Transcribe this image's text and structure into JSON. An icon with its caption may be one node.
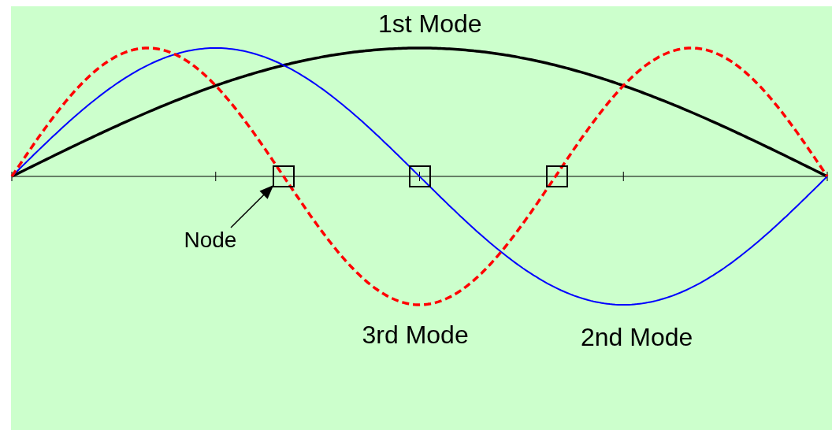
{
  "diagram": {
    "nodes": [
      {
        "text": [
          "Node"
        ]
      },
      {
        "text": [],
        "shape": "box"
      },
      {
        "text": [],
        "shape": "box"
      },
      {
        "text": [],
        "shape": "box"
      }
    ],
    "edges": [
      {
        "from": 0,
        "to": 1,
        "arrow": "to"
      }
    ],
    "labels": [
      "1st Mode",
      "3rd Mode",
      "2nd Mode"
    ]
  }
}
